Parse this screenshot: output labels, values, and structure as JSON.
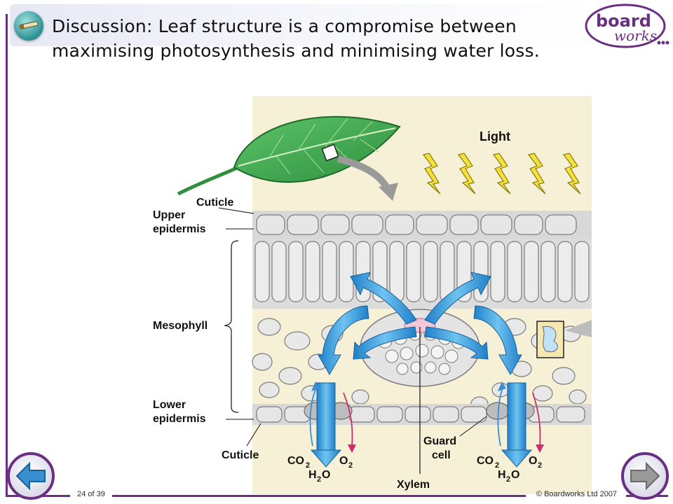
{
  "slide": {
    "title": "Discussion: Leaf structure is a compromise between maximising photosynthesis and minimising water loss.",
    "logo": {
      "line1": "board",
      "line2": "works"
    },
    "page": "24 of 39",
    "copyright": "© Boardworks Ltd 2007"
  },
  "diagram": {
    "labels": {
      "light": "Light",
      "cuticle_top": "Cuticle",
      "upper_epidermis_1": "Upper",
      "upper_epidermis_2": "epidermis",
      "mesophyll": "Mesophyll",
      "lower_epidermis_1": "Lower",
      "lower_epidermis_2": "epidermis",
      "cuticle_bottom": "Cuticle",
      "guard_cell_1": "Guard",
      "guard_cell_2": "cell",
      "xylem": "Xylem",
      "co2_left": "CO",
      "o2_left": "O",
      "h2o_left": "H",
      "co2_right": "CO",
      "o2_right": "O",
      "h2o_right": "H",
      "sub_2": "2",
      "o_char": "O"
    }
  },
  "colors": {
    "frame": "#6a2e82",
    "arrow_blue": "#3aa0e0",
    "leaf_green": "#3aa84a",
    "background_panel": "#f5f0d6"
  }
}
